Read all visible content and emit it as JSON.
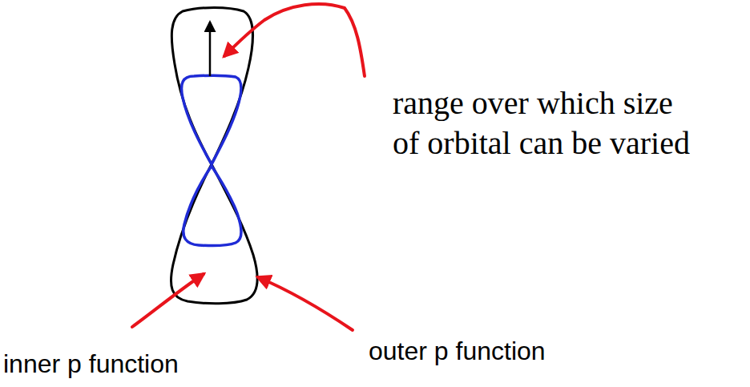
{
  "diagram": {
    "labels": [
      "range over which size of orbital can be varied",
      "inner p function",
      "outer p function"
    ]
  }
}
